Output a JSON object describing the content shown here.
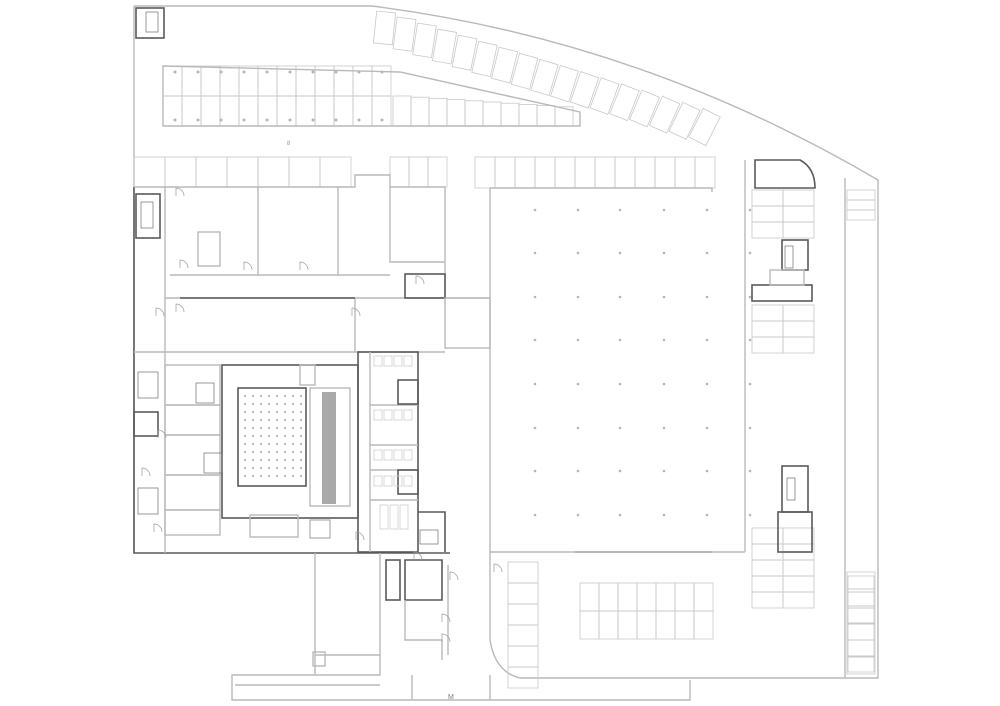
{
  "drawing": {
    "type": "architectural floor plan",
    "line_color": "#b9b9b9",
    "dark_line_color": "#5a5a5a",
    "fill_color": "#a9a9a9",
    "background": "#ffffff"
  },
  "plan_labels": {
    "bottom_mark": "M",
    "center_mark": "8"
  }
}
